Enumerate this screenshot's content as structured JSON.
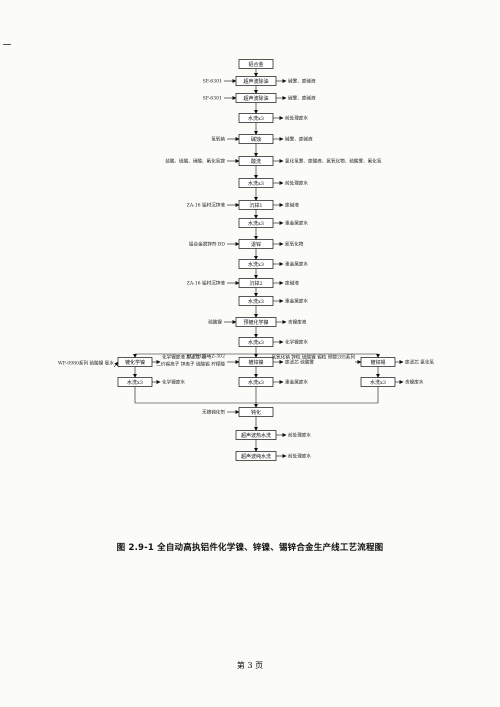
{
  "caption": "图 2.9-1   全自动高执铝件化学镍、锌镍、锡锌合金生产线工艺流程图",
  "page_number": "第 3 页",
  "colors": {
    "ink": "#111111",
    "paper": "#fbfbf8"
  },
  "steps": [
    {
      "id": "s0",
      "label": "铝合金"
    },
    {
      "id": "s1",
      "label": "超声波除油",
      "input": "SF-6301",
      "output": "碱雾、废碱液"
    },
    {
      "id": "s2",
      "label": "超声波除油",
      "input": "SF-6301",
      "output": "碱雾、废碱液"
    },
    {
      "id": "s3",
      "label": "水洗x3",
      "output": "前处理废水"
    },
    {
      "id": "s4",
      "label": "碱蚀",
      "input": "氢氧钠",
      "output": "碱雾、废碱液"
    },
    {
      "id": "s5",
      "label": "酸洗",
      "input": "盐酸、硫酸、硝酸、氟化氢铵",
      "output": "氯化氢雾、废酸液、氮氧化物、硫酸雾、氟化氢"
    },
    {
      "id": "s6",
      "label": "水洗x3",
      "output": "前处理废水"
    },
    {
      "id": "s7",
      "label": "沉锌1",
      "input": "ZA-16 铝材沉锌液",
      "output": "废碱液"
    },
    {
      "id": "s8",
      "label": "水洗x3",
      "output": "重金属废水"
    },
    {
      "id": "s9",
      "label": "退锌",
      "input": "铝合金脱锌剂 BD",
      "output": "氮氧化物"
    },
    {
      "id": "s10",
      "label": "水洗x3",
      "output": "重金属废水"
    },
    {
      "id": "s11",
      "label": "沉锌2",
      "input": "ZA-16 铝材沉锌液",
      "output": "废碱液"
    },
    {
      "id": "s12",
      "label": "水洗x3",
      "output": "重金属废水"
    },
    {
      "id": "s13",
      "label": "预镀化学镍",
      "input": "硫酸镍",
      "output": "含镍废液"
    },
    {
      "id": "s14",
      "label": "水洗x3",
      "output": "化学镍废水"
    },
    {
      "id": "s15",
      "label": "镀锌镍",
      "input": "ELPHOX-AZ-302",
      "input_extra": "二价锡离子 锌离子 硫酸锡 柠檬酸",
      "output": "废滤芯 硫酸雾"
    },
    {
      "id": "s16",
      "label": "水洗x3",
      "output": "重金属废水"
    },
    {
      "id": "s17",
      "label": "钝化",
      "input": "无铬钝化剂"
    },
    {
      "id": "s18",
      "label": "超声波热水洗",
      "output": "前处理废水"
    },
    {
      "id": "s19",
      "label": "超声波纯水洗",
      "output": "前处理废水"
    }
  ],
  "branches": {
    "left": {
      "input": "WF-0980系列 硫酸镍 氨水",
      "steps": [
        {
          "id": "l1",
          "label": "镀化学镍",
          "output": "化学镍废液 废滤芯 氨气"
        },
        {
          "id": "l2",
          "label": "水洗x3",
          "output": "化学镍废水"
        }
      ]
    },
    "right": {
      "input": "氢氧化钠 锌粒 硫酸镍 锡粒 侧镀285系列",
      "steps": [
        {
          "id": "r1",
          "label": "镀锌锡",
          "output": "废滤芯 氯化氢"
        },
        {
          "id": "r2",
          "label": "水洗x3",
          "output": "含镍废水"
        }
      ]
    }
  }
}
